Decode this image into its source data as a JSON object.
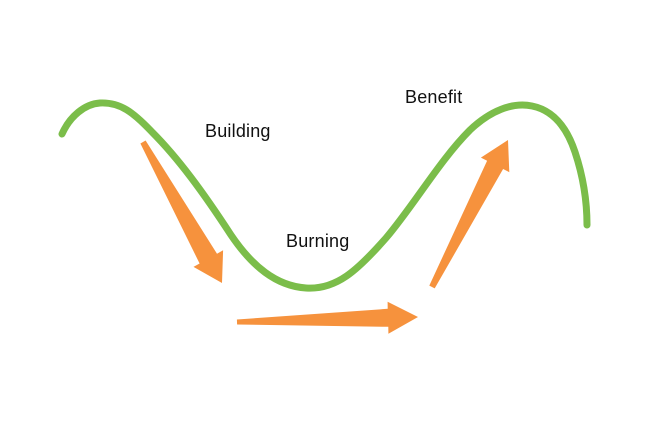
{
  "diagram": {
    "labels": {
      "building": "Building",
      "burning": "Burning",
      "benefit": "Benefit"
    },
    "colors": {
      "curve": "#7BBD4A",
      "arrow": "#F6923D",
      "text": "#111111",
      "background": "#FFFFFF"
    },
    "icons": [
      "down-right-arrow-icon",
      "right-arrow-icon",
      "up-right-arrow-icon"
    ]
  }
}
